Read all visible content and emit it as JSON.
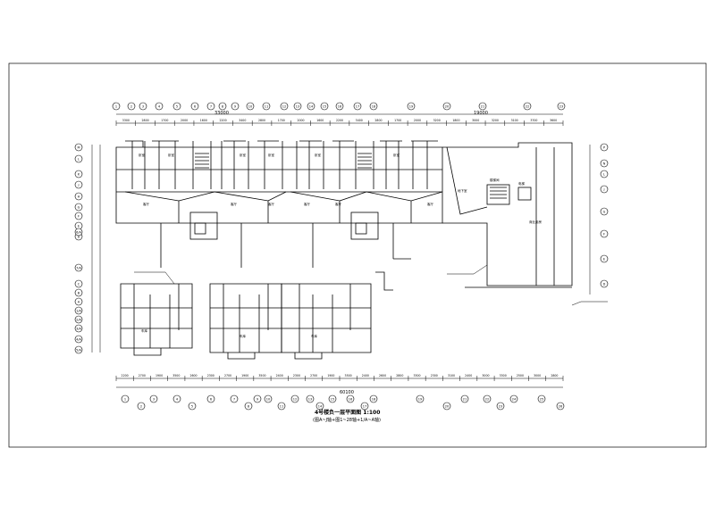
{
  "drawing": {
    "title": "4号楼负一层平面图 1:100",
    "subtitle": "(图A~J轴+图1~28轴+1/A~A轴)",
    "top_total_left": "33000",
    "top_total_right": "19000",
    "bottom_total": "60100",
    "top_dims": [
      "3300",
      "2800",
      "1700",
      "2000",
      "1600",
      "2200",
      "3400",
      "2800",
      "1700",
      "2000",
      "1600",
      "2200",
      "3400",
      "2800",
      "1700",
      "2000",
      "3200",
      "1800",
      "3000",
      "3200",
      "3100",
      "3700",
      "3600"
    ],
    "bottom_dims": [
      "2200",
      "2700",
      "1900",
      "3500",
      "2600",
      "2300",
      "2700",
      "1900",
      "3500",
      "2400",
      "2300",
      "2700",
      "1900",
      "3500",
      "2400",
      "2600",
      "2800",
      "3300",
      "2300",
      "3100",
      "2400",
      "3000",
      "3300",
      "2500",
      "3000",
      "2800"
    ],
    "top_axes": [
      "1",
      "2",
      "3",
      "4",
      "5",
      "6",
      "7",
      "8",
      "9",
      "10",
      "11",
      "12",
      "13",
      "14",
      "15",
      "16",
      "17",
      "18",
      "19",
      "20",
      "21",
      "22",
      "23"
    ],
    "bottom_axes": [
      "1",
      "2",
      "3",
      "4",
      "5",
      "6",
      "7",
      "8",
      "9",
      "10",
      "11",
      "12",
      "13",
      "14",
      "15",
      "16",
      "17",
      "18",
      "19",
      "20",
      "21",
      "22",
      "23",
      "24",
      "25",
      "26"
    ],
    "left_axes": [
      "M",
      "L",
      "K",
      "J",
      "H",
      "G",
      "F",
      "E",
      "D",
      "C",
      "B",
      "A",
      "1/A",
      "2/A",
      "3/A",
      "4/A",
      "5/A",
      "6/A",
      "7/A"
    ],
    "right_axes": [
      "P",
      "N",
      "L",
      "J",
      "G",
      "F",
      "E",
      "D"
    ],
    "room_labels": [
      "卧室",
      "卧室",
      "卧室",
      "卧室",
      "卧室",
      "卧室",
      "客厅",
      "客厅",
      "客厅",
      "客厅",
      "客厅",
      "客厅",
      "车库",
      "车库",
      "车库"
    ],
    "notes": [
      "地下室",
      "商业用房",
      "楼梯间",
      "电梯"
    ]
  }
}
